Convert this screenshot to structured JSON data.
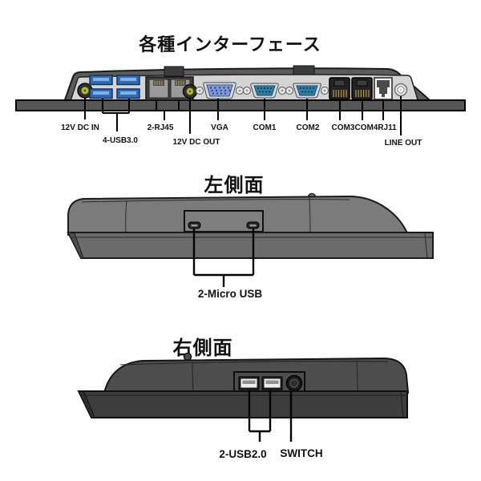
{
  "colors": {
    "usb3_blue": "#2d6cb5",
    "usb3_tongue": "#7fb2e8",
    "vga_blue": "#7e99d6",
    "com_teal": "#2b7ea6",
    "dc_pin_yellow": "#bfc332",
    "panel_gray": "#d4d4d4",
    "shell_dark": "#5c5c5c",
    "bar_gray": "#565656",
    "body_left_gray": "#7b7b7b",
    "bezel_left_gray": "#6b6b6b",
    "body_right_gray": "#4d4d4d",
    "bezel_right_gray": "#3d3d3d"
  },
  "sections": {
    "rear": {
      "title": "各種インターフェース",
      "port_labels": {
        "dc_in": "12V DC IN",
        "usb3": "4-USB3.0",
        "rj45": "2-RJ45",
        "dc_out": "12V DC OUT",
        "vga": "VGA",
        "com1": "COM1",
        "com2": "COM2",
        "com3": "COM3",
        "com4": "COM4",
        "rj11": "RJ11",
        "line_out": "LINE OUT"
      }
    },
    "left_side": {
      "title": "左側面",
      "port_labels": {
        "micro_usb": "2-Micro USB"
      }
    },
    "right_side": {
      "title": "右側面",
      "port_labels": {
        "usb2": "2-USB2.0",
        "switch": "SWITCH"
      }
    }
  }
}
